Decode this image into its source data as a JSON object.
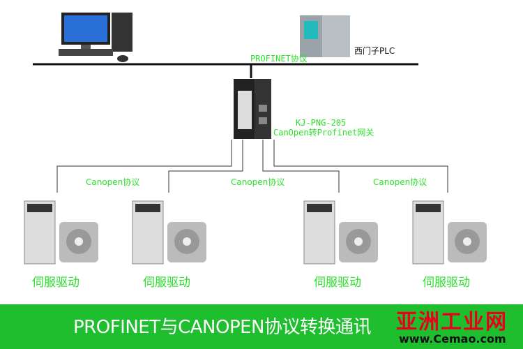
{
  "network": {
    "profinet_label": "PROFINET协议",
    "plc_label": "西门子PLC",
    "gateway_model": "KJ-PNG-205",
    "gateway_desc": "CanOpen转Profinet网关"
  },
  "canopen_labels": [
    "Canopen协议",
    "Canopen协议",
    "Canopen协议"
  ],
  "drives": [
    "伺服驱动",
    "伺服驱动",
    "伺服驱动",
    "伺服驱动"
  ],
  "banner": {
    "title": "PROFINET与CANOPEN协议转换通讯",
    "logo": "亚洲工业网",
    "url": "www.Cemao.com",
    "color": "#1fbe2f"
  }
}
